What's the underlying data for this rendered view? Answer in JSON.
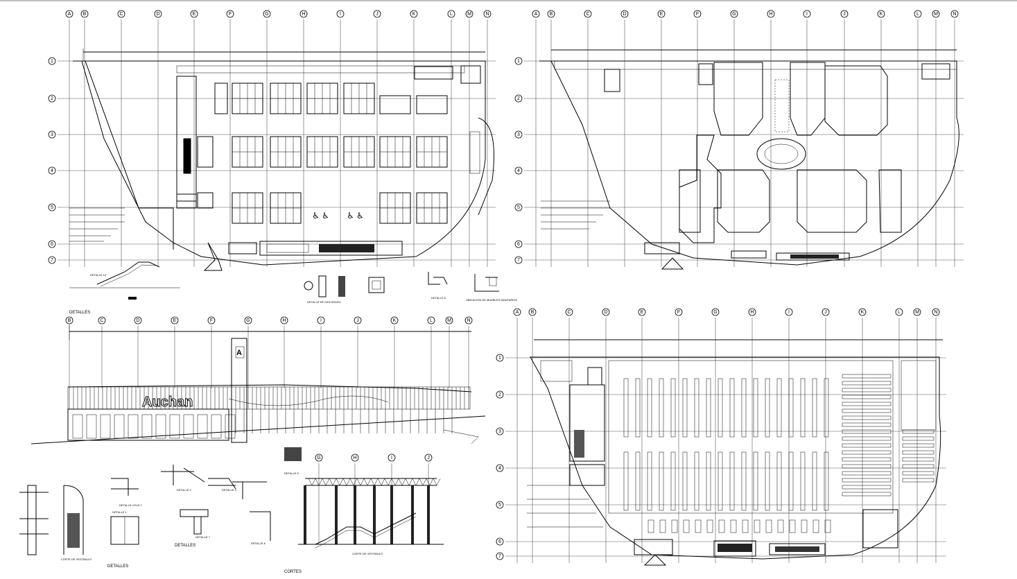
{
  "sheet": {
    "col_labels": [
      "A",
      "B",
      "C",
      "D",
      "E",
      "F",
      "G",
      "H",
      "I",
      "J",
      "K",
      "L",
      "M",
      "N"
    ],
    "row_labels": [
      "1",
      "2",
      "3",
      "4",
      "5",
      "6",
      "7"
    ],
    "section_labels": [
      "G",
      "H",
      "I",
      "J"
    ],
    "elevation_cols": [
      "B",
      "C",
      "D",
      "E",
      "F",
      "G",
      "H",
      "I",
      "J",
      "K",
      "L",
      "M",
      "N"
    ],
    "store_letter": "A",
    "brand": "Auchan",
    "captions": {
      "detalles_top": "DETALLES",
      "detalles_bottom": "DETALLES",
      "detalles_mid": "DETALLES",
      "cortes": "CORTES",
      "detalle_ceiling": "DETALLE DE CIELORASO",
      "detalle_8": "DETALLE 8",
      "ubicacion": "UBICACION DE MUEBLES SANITARIOS",
      "detalle_14": "DETALLE 14",
      "corte_vestibulo": "CORTE DE VESTIBULO",
      "corte_vestibulo_2": "CORTE DE VESTIBULO",
      "detalle_1": "DETALLE 1",
      "detalle_4": "DETALLE 4 ELE 7",
      "detalle_2": "DETALLE 2",
      "detalle_3": "DETALLE 3",
      "detalle_7": "DETALLE 7",
      "detalle_6": "DETALLE 6",
      "detalle_9": "DETALLE 9"
    }
  }
}
